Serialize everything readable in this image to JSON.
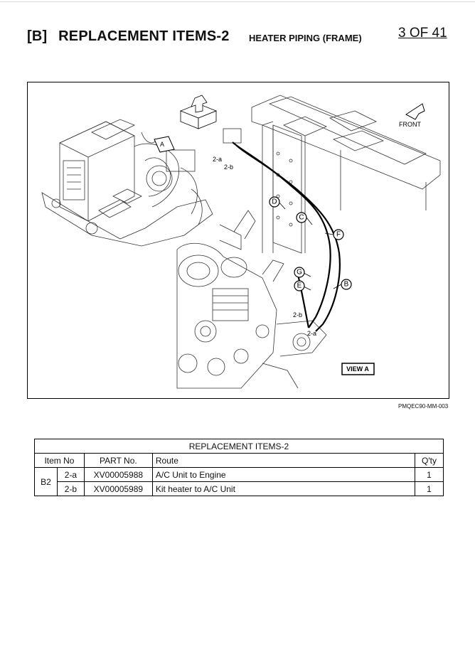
{
  "header": {
    "section_code": "[B]",
    "title": "REPLACEMENT ITEMS-2",
    "subtitle": "HEATER PIPING (FRAME)",
    "page_number": "3 OF 41"
  },
  "figure": {
    "front_label": "FRONT",
    "view_marker": "A",
    "view_box_label": "VIEW A",
    "callouts": [
      "D",
      "C",
      "F",
      "G",
      "E",
      "B"
    ],
    "hose_labels": [
      "2-a",
      "2-b",
      "2-b",
      "2-a"
    ],
    "figure_code": "PMQEC90-MM-003"
  },
  "table": {
    "caption": "REPLACEMENT ITEMS-2",
    "headers": [
      "Item No",
      "PART No.",
      "Route",
      "Q'ty"
    ],
    "group": "B2",
    "rows": [
      {
        "item": "2-a",
        "part": "XV00005988",
        "route": "A/C Unit to Engine",
        "qty": "1"
      },
      {
        "item": "2-b",
        "part": "XV00005989",
        "route": "Kit heater to A/C Unit",
        "qty": "1"
      }
    ]
  }
}
